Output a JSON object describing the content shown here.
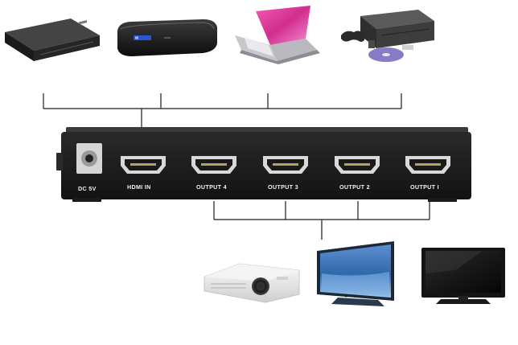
{
  "splitter": {
    "ports": [
      {
        "id": "dc",
        "label": "DC 5V"
      },
      {
        "id": "hdmi-in",
        "label": "HDMI IN"
      },
      {
        "id": "out4",
        "label": "OUTPUT 4"
      },
      {
        "id": "out3",
        "label": "OUTPUT 3"
      },
      {
        "id": "out2",
        "label": "OUTPUT 2"
      },
      {
        "id": "out1",
        "label": "OUTPUT I"
      }
    ]
  },
  "sources": [
    {
      "icon": "dvd-player-icon"
    },
    {
      "icon": "media-player-icon"
    },
    {
      "icon": "laptop-icon"
    },
    {
      "icon": "game-console-icon"
    }
  ],
  "displays": [
    {
      "icon": "projector-icon"
    },
    {
      "icon": "monitor-icon"
    },
    {
      "icon": "tv-icon"
    }
  ],
  "colors": {
    "device_body": "#1e1e1e",
    "laptop": "#e0399b",
    "monitor_screen": "#3f78b8",
    "line": "#1c1c1c"
  }
}
